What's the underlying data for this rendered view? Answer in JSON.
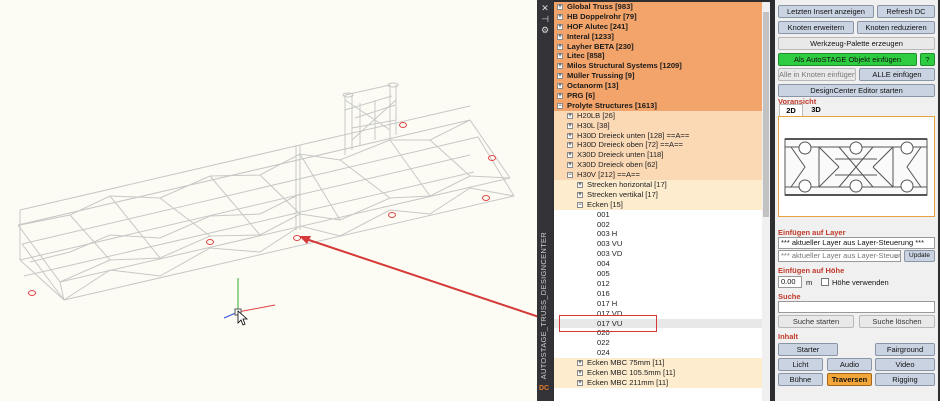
{
  "palette_title": "AUTOSTAGE_TRUSS_DESIGNCENTER",
  "dc_logo": "DC",
  "titlebar_icons": {
    "close": "✕",
    "auto_hide": "⊣",
    "properties": "⚙"
  },
  "tree": [
    {
      "label": "Global Truss  [983]",
      "level": 0,
      "expand": "+"
    },
    {
      "label": "HB Doppelrohr  [79]",
      "level": 0,
      "expand": "+"
    },
    {
      "label": "HOF Alutec  [241]",
      "level": 0,
      "expand": "+"
    },
    {
      "label": "Interal  [1233]",
      "level": 0,
      "expand": "+"
    },
    {
      "label": "Layher BETA  [230]",
      "level": 0,
      "expand": "+"
    },
    {
      "label": "Litec  [858]",
      "level": 0,
      "expand": "+"
    },
    {
      "label": "Milos Structural Systems  [1209]",
      "level": 0,
      "expand": "+"
    },
    {
      "label": "Müller Trussing  [9]",
      "level": 0,
      "expand": "+"
    },
    {
      "label": "Octanorm  [13]",
      "level": 0,
      "expand": "+"
    },
    {
      "label": "PRG  [6]",
      "level": 0,
      "expand": "+"
    },
    {
      "label": "Prolyte Structures  [1613]",
      "level": 0,
      "expand": "−"
    },
    {
      "label": "H20LB  [26]",
      "level": 1,
      "expand": "+"
    },
    {
      "label": "H30L  [38]",
      "level": 1,
      "expand": "+"
    },
    {
      "label": "H30D Dreieck unten  [128]  ==A==",
      "level": 1,
      "expand": "+"
    },
    {
      "label": "H30D Dreieck oben  [72]  ==A==",
      "level": 1,
      "expand": "+"
    },
    {
      "label": "X30D Dreieck unten  [118]",
      "level": 1,
      "expand": "+"
    },
    {
      "label": "X30D Dreieck oben  [62]",
      "level": 1,
      "expand": "+"
    },
    {
      "label": "H30V  [212]  ==A==",
      "level": 1,
      "expand": "−"
    },
    {
      "label": "Strecken horizontal  [17]",
      "level": 2,
      "expand": "+"
    },
    {
      "label": "Strecken vertikal  [17]",
      "level": 2,
      "expand": "+"
    },
    {
      "label": "Ecken  [15]",
      "level": 2,
      "expand": "−"
    },
    {
      "label": "001",
      "level": 3
    },
    {
      "label": "002",
      "level": 3
    },
    {
      "label": "003 H",
      "level": 3
    },
    {
      "label": "003 VU",
      "level": 3
    },
    {
      "label": "003 VD",
      "level": 3
    },
    {
      "label": "004",
      "level": 3
    },
    {
      "label": "005",
      "level": 3
    },
    {
      "label": "012",
      "level": 3
    },
    {
      "label": "016",
      "level": 3
    },
    {
      "label": "017 H",
      "level": 3
    },
    {
      "label": "017 VD",
      "level": 3
    },
    {
      "label": "017 VU",
      "level": 3,
      "selected": true
    },
    {
      "label": "020",
      "level": 3
    },
    {
      "label": "022",
      "level": 3
    },
    {
      "label": "024",
      "level": 3
    },
    {
      "label": "Ecken MBC 75mm  [11]",
      "level": 2,
      "expand": "+"
    },
    {
      "label": "Ecken MBC 105.5mm  [11]",
      "level": 2,
      "expand": "+"
    },
    {
      "label": "Ecken MBC 211mm  [11]",
      "level": 2,
      "expand": "+"
    }
  ],
  "buttons": {
    "last_insert": "Letzten Insert anzeigen",
    "refresh_dc": "Refresh DC",
    "expand_nodes": "Knoten erweitern",
    "reduce_nodes": "Knoten reduzieren",
    "tool_palette": "Werkzeug-Palette erzeugen",
    "insert_object": "Als AutoSTAGE Objekt einfügen",
    "help": "?",
    "insert_all_nodes": "Alle in Knoten einfügen",
    "insert_all": "ALLE einfügen",
    "dc_editor": "DesignCenter Editor starten",
    "update": "Update",
    "search_start": "Suche starten",
    "search_clear": "Suche löschen"
  },
  "preview": {
    "label": "Voransicht",
    "tab_2d": "2D",
    "tab_3d": "3D"
  },
  "layer": {
    "label": "Einfügen auf Layer",
    "current": "*** aktueller Layer aus Layer-Steuerung ***",
    "dropdown": "*** aktueller Layer aus Layer-Steuerung"
  },
  "height": {
    "label": "Einfügen auf Höhe",
    "value": "0.00",
    "unit": "m",
    "use_label": "Höhe verwenden"
  },
  "search": {
    "label": "Suche",
    "value": ""
  },
  "content": {
    "label": "Inhalt",
    "buttons": [
      "Starter",
      "Fairground",
      "Licht",
      "Audio",
      "Video",
      "Bühne",
      "Traversen",
      "Rigging"
    ],
    "active": "Traversen"
  },
  "colors": {
    "accent_red": "#c0392b",
    "tree_l0": "#f2a46a",
    "highlight_red": "#e04040",
    "green_button": "#2ecc40",
    "orange_button": "#f3a63a"
  }
}
